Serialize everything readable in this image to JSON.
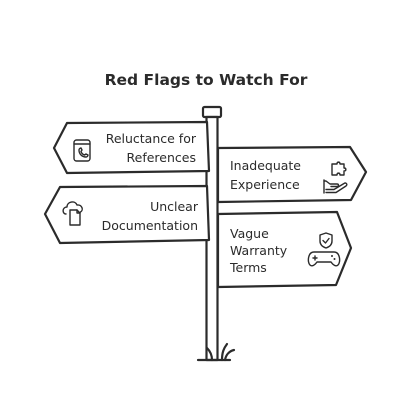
{
  "title": "Red Flags to Watch For",
  "signs": {
    "references": {
      "lines": [
        "Reluctance for",
        "References"
      ],
      "icon": "phone-document-icon"
    },
    "experience": {
      "lines": [
        "Inadequate",
        "Experience"
      ],
      "icon": "hand-puzzle-icon"
    },
    "documentation": {
      "lines": [
        "Unclear",
        "Documentation"
      ],
      "icon": "cloud-document-icon"
    },
    "warranty": {
      "lines": [
        "Vague",
        "Warranty",
        "Terms"
      ],
      "icon": "shield-gamepad-icon"
    }
  }
}
